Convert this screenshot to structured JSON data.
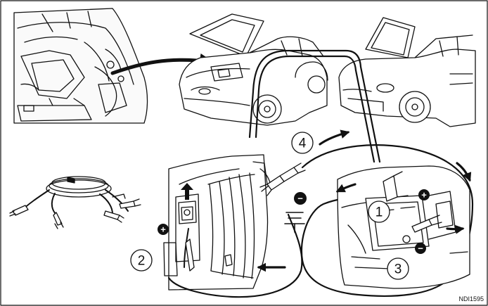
{
  "figure": {
    "reference_code": "NDI1595",
    "steps": [
      {
        "label": "1"
      },
      {
        "label": "2"
      },
      {
        "label": "3"
      },
      {
        "label": "4"
      }
    ],
    "polarity": {
      "positive": "+",
      "negative": "−"
    },
    "colors": {
      "line": "#111111",
      "background": "#ffffff",
      "fill_light": "#f4f4f4"
    }
  }
}
